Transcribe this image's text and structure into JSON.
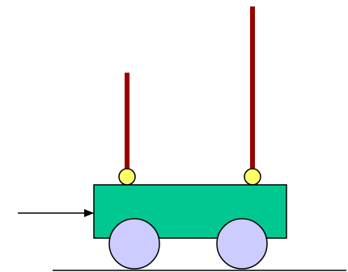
{
  "colors": {
    "background": "#ffffff",
    "cart_body": "#00c890",
    "wheel": "#ccccff",
    "pivot": "#ffff66",
    "rod": "#990000",
    "outline": "#000000"
  },
  "elements": {
    "ground": "ground-line",
    "cart": "cart-body",
    "wheels": [
      "wheel-left",
      "wheel-right"
    ],
    "pendulums": [
      "pendulum-short",
      "pendulum-long"
    ],
    "force": "force-arrow"
  }
}
